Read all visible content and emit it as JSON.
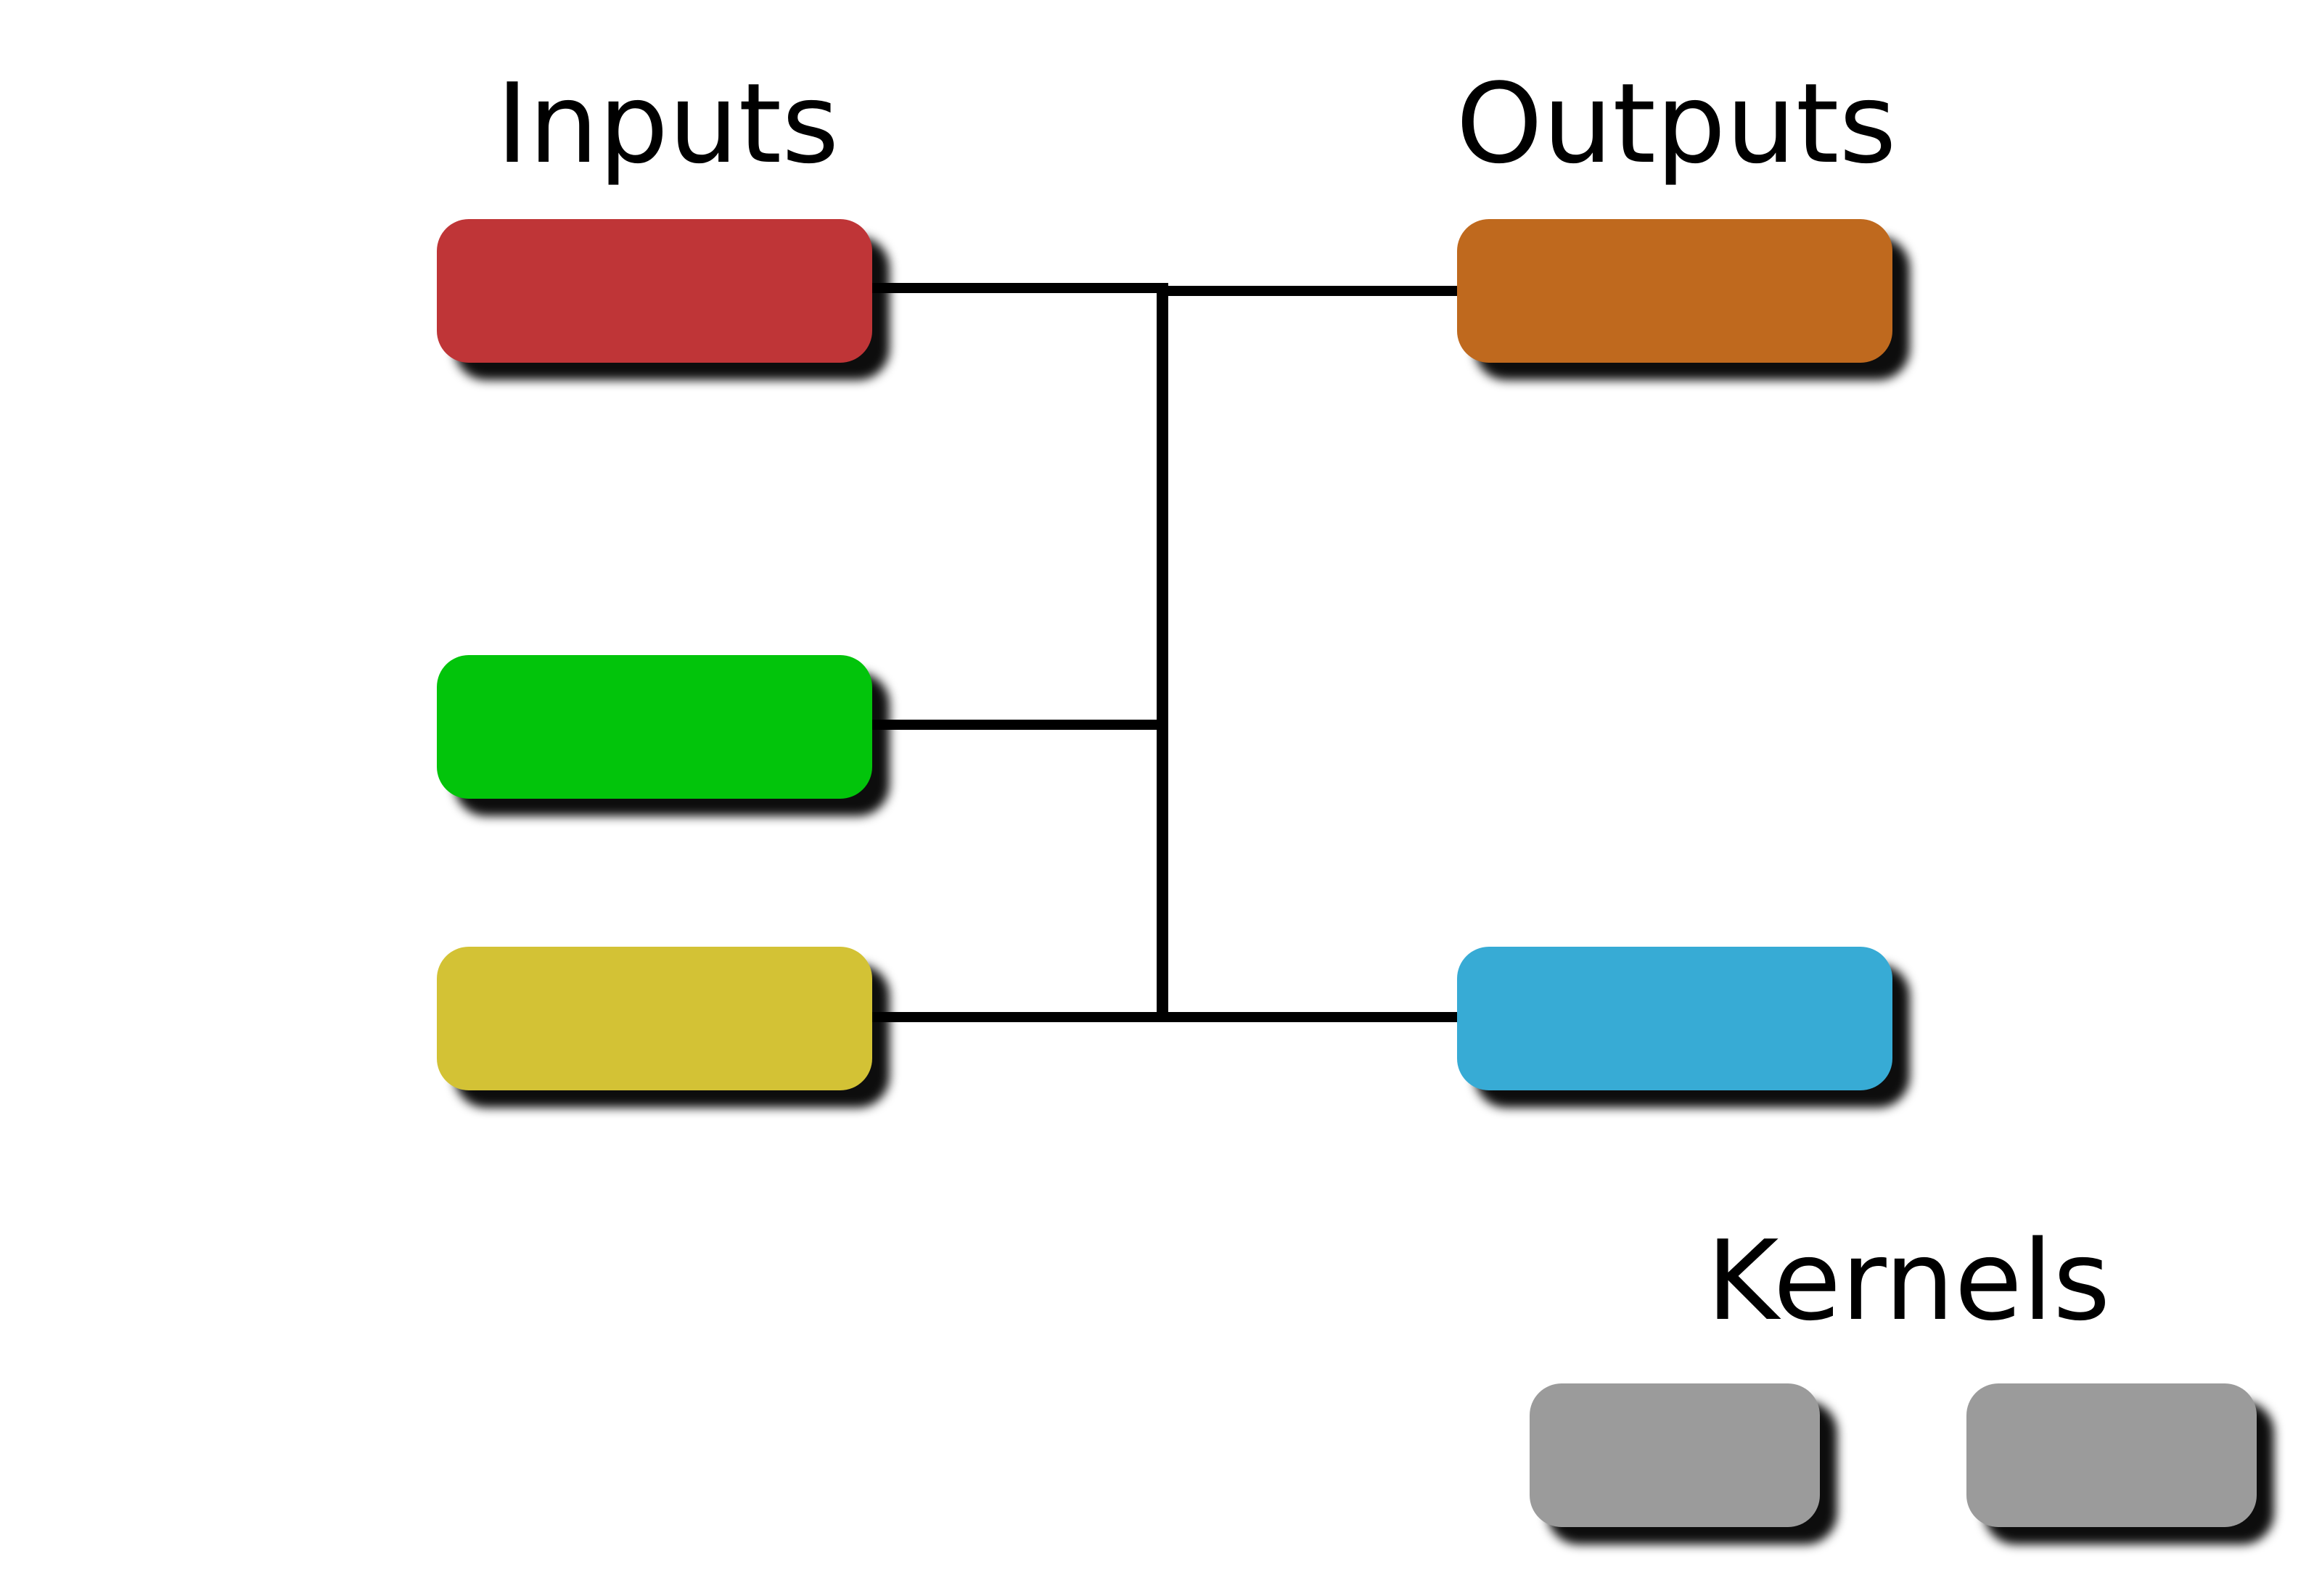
{
  "labels": {
    "inputs": "Inputs",
    "outputs": "Outputs",
    "kernels": "Kernels"
  },
  "colors": {
    "input_1": "#bf3537",
    "input_2": "#02c40b",
    "input_3": "#d3c235",
    "output_1": "#bf691e",
    "output_2": "#37abd5",
    "kernel": "#9b9b9b",
    "wire": "#000000",
    "background": "#ffffff"
  }
}
